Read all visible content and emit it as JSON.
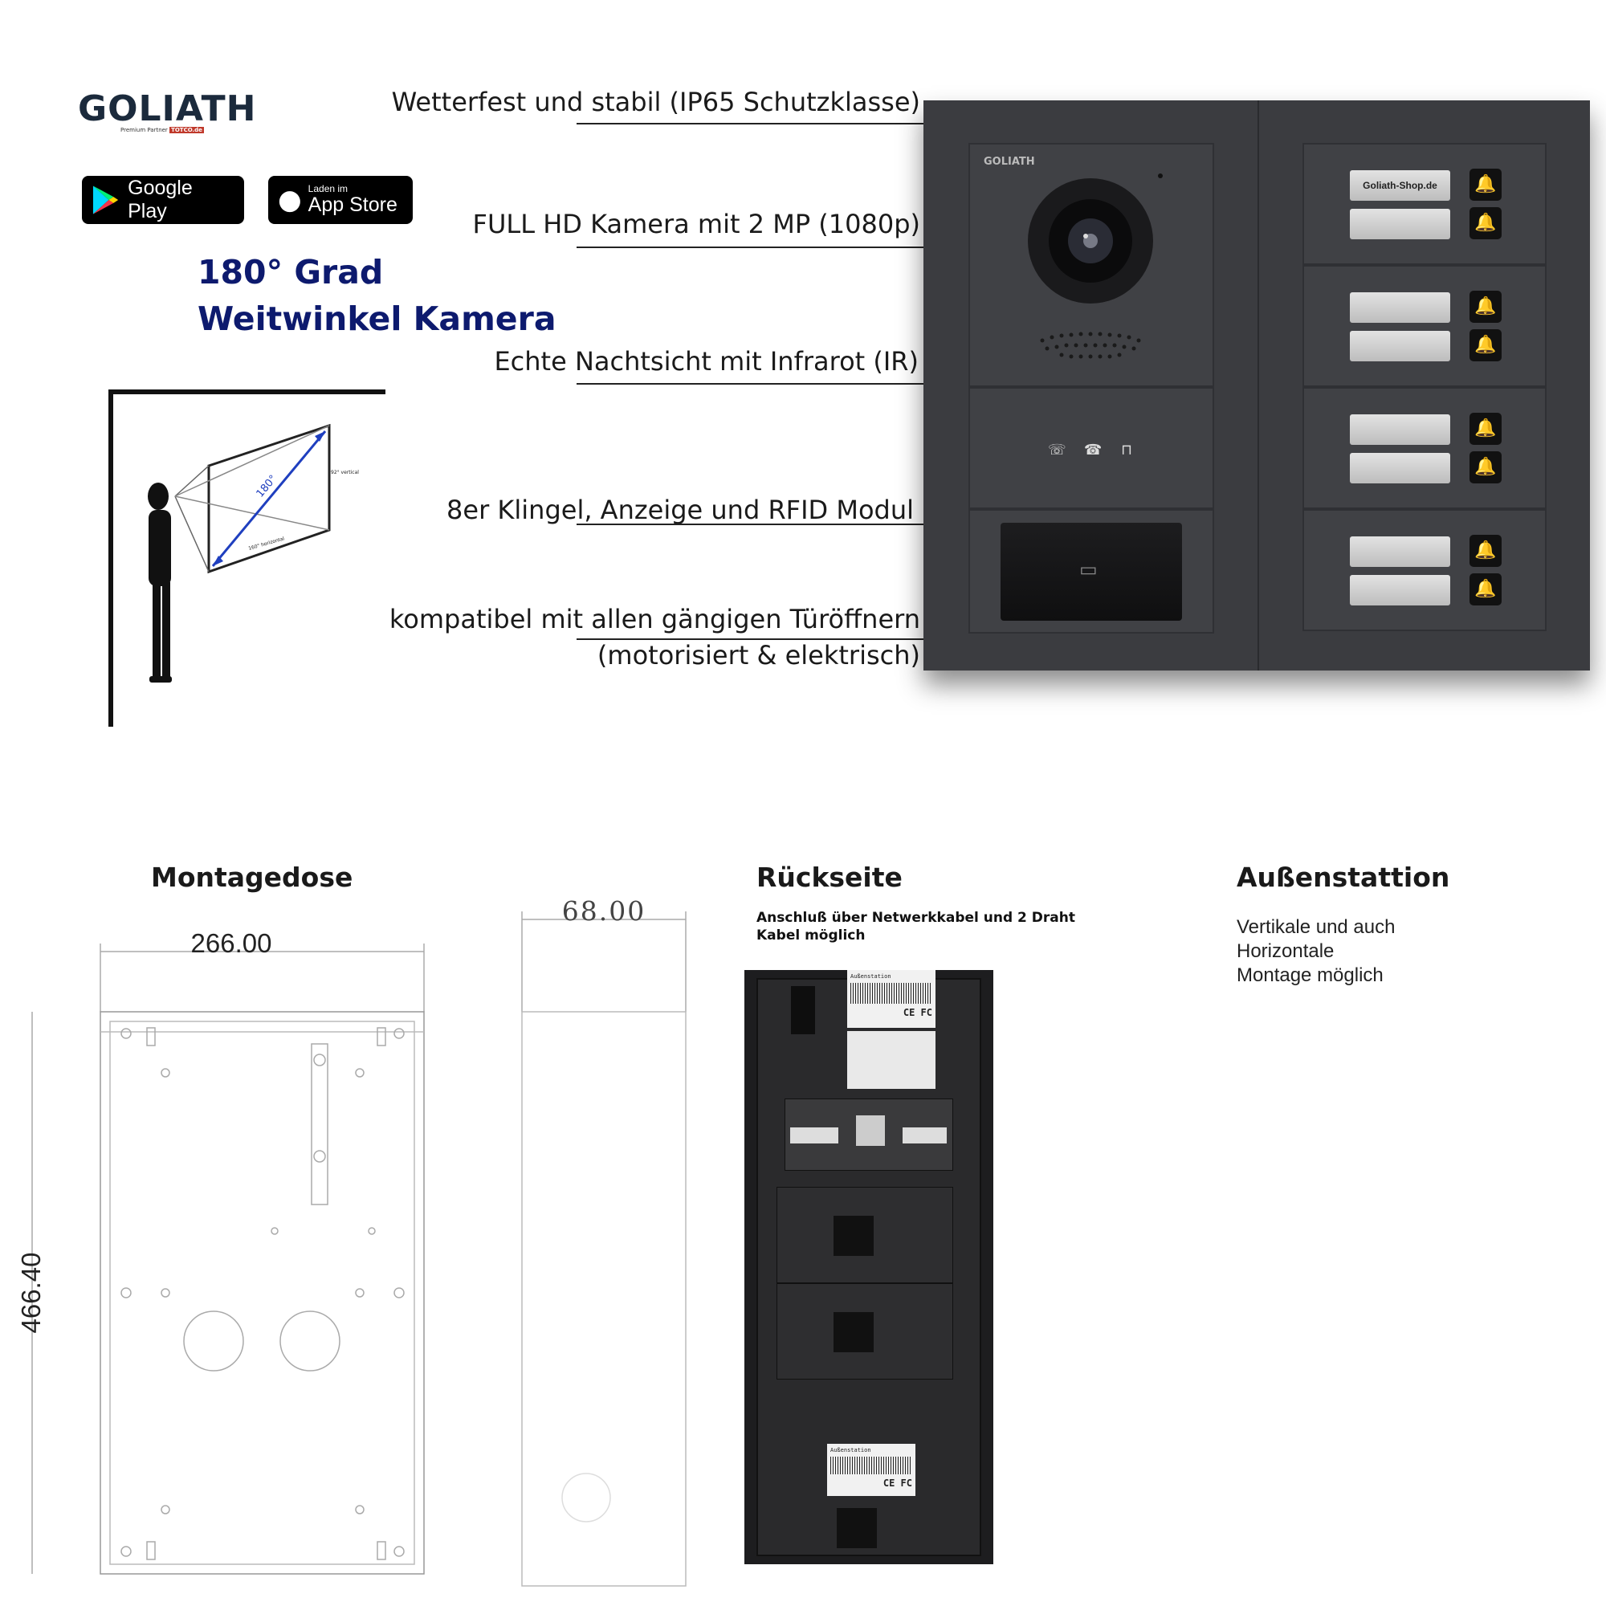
{
  "brand": {
    "logo_text": "GOLIATH",
    "partner_text": "Premium Partner",
    "partner_badge": "TOTCO.de"
  },
  "stores": {
    "google": {
      "label": "Google Play"
    },
    "apple": {
      "small": "Laden im",
      "label": "App Store"
    }
  },
  "angle": {
    "line1": "180° Grad",
    "line2": "Weitwinkel Kamera",
    "diagram_label_angle": "180°",
    "diagram_label_vertical": "92° vertical",
    "diagram_label_horizontal": "160° horizontal"
  },
  "features": [
    "Wetterfest und stabil (IP65 Schutzklasse)",
    "FULL HD Kamera mit 2 MP (1080p)",
    "Echte Nachtsicht mit Infrarot (IR)",
    "8er Klingel, Anzeige und RFID Modul",
    "kompatibel mit allen gängigen Türöffnern",
    "(motorisiert & elektrisch)"
  ],
  "device": {
    "logo": "GOLIATH",
    "nameplate_first": "Goliath-Shop.de"
  },
  "montage": {
    "title": "Montagedose",
    "width": "266.00",
    "height": "466.40",
    "depth": "68.00"
  },
  "rueckseite": {
    "title": "Rückseite",
    "subtitle_line1": "Anschluß über Netwerkkabel und 2 Draht",
    "subtitle_line2": "Kabel möglich",
    "sticker_title": "Außenstation",
    "ce_mark": "CE FC"
  },
  "aussen": {
    "title": "Außenstattion",
    "line1": "Vertikale und auch",
    "line2": "Horizontale",
    "line3": "Montage möglich"
  },
  "colors": {
    "device_body": "#3b3c40",
    "title_blue": "#0d1a6e",
    "diagram_arrow": "#1f3fbf"
  }
}
